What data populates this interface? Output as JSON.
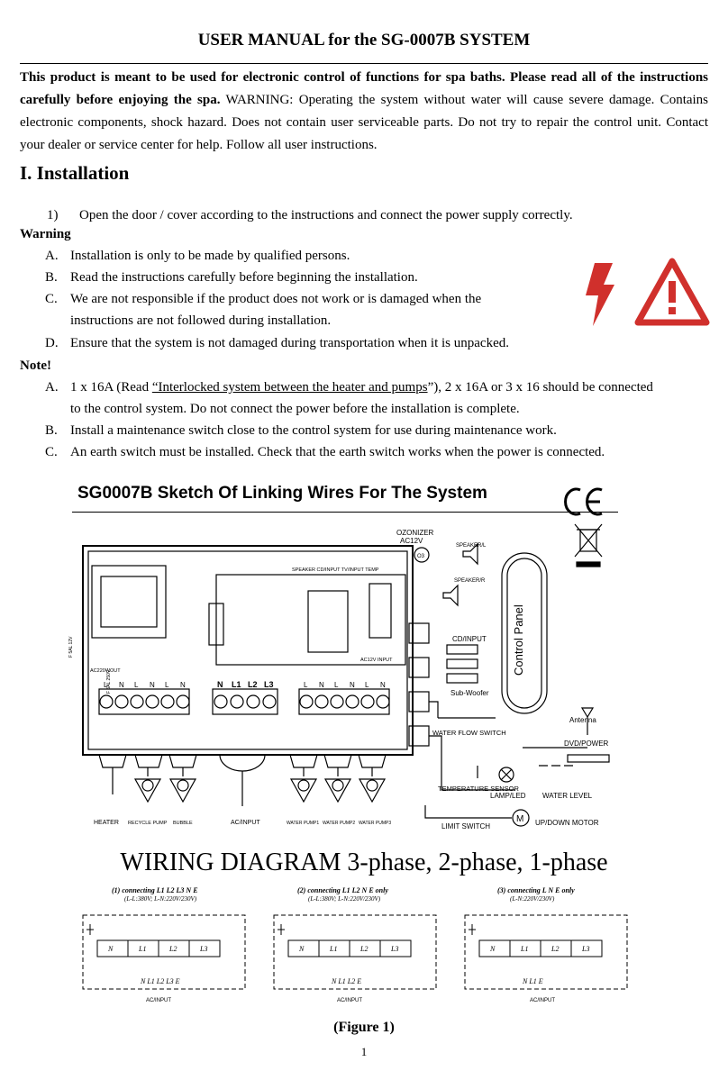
{
  "header": {
    "title": "USER MANUAL for the SG-0007B SYSTEM"
  },
  "intro": {
    "bold_text": "This product is meant to be used for electronic control of functions for spa baths. Please read all of the instructions carefully before enjoying the spa.",
    "warning_label": "WARNING:",
    "rest_text": "Operating the system without water will cause severe damage. Contains electronic components, shock hazard. Does not contain user serviceable parts. Do not try to repair the control unit. Contact your dealer or service center for help. Follow all user instructions."
  },
  "installation": {
    "heading": "I. Installation",
    "step1_num": "1)",
    "step1_text": "Open the door / cover according to the instructions and connect the power supply correctly.",
    "warning_heading": "Warning",
    "warning_items": [
      {
        "letter": "A.",
        "text": "Installation is only to be made by qualified persons."
      },
      {
        "letter": "B.",
        "text": "Read the instructions carefully before beginning the installation."
      },
      {
        "letter": "C.",
        "text": "We are not responsible if the product does not work or is damaged when the"
      },
      {
        "letter": "",
        "text": "instructions are not followed during installation."
      },
      {
        "letter": "D.",
        "text": "Ensure that the system is not damaged during transportation when it is unpacked."
      }
    ],
    "note_heading": "Note!",
    "note_a_letter": "A.",
    "note_a_pre": "1 x 16A (Read ",
    "note_a_link": "“Interlocked system between the heater and pumps",
    "note_a_post": "”), 2 x 16A or 3 x 16 should be connected",
    "note_a_line2": "to the control system. Do not connect the power before the installation is complete.",
    "note_items": [
      {
        "letter": "B.",
        "text": "Install a maintenance switch close to the control system for use during maintenance work."
      },
      {
        "letter": "C.",
        "text": "An earth switch must be installed. Check that the earth switch works when the power is connected."
      }
    ]
  },
  "sketch": {
    "title": "SG0007B Sketch Of Linking Wires For The System",
    "ce_mark": "CE",
    "ozonizer": "OZONIZER",
    "ozonizer_v": "AC12V",
    "o3": "O3",
    "speaker_l": "SPEAKER/L",
    "speaker_r": "SPEAKER/R",
    "board_top": "SPEAKER  CD/INPUT  TV/INPUT  TEMP",
    "cd_input": "CD/INPUT",
    "sub_woofer": "Sub-Woofer",
    "control_panel": "Control Panel",
    "antenna": "Antenna",
    "dvd_power": "DVD/POWER",
    "water_flow_switch": "WATER FLOW SWITCH",
    "temperature_sensor": "TEMPERATURE SENSOR",
    "lamp_led": "LAMP/LED",
    "water_level": "WATER LEVEL",
    "limit_switch": "LIMIT SWITCH",
    "motor_m": "M",
    "updown_motor": "UP/DOWN MOTOR",
    "terminals_left": [
      "L",
      "N",
      "L",
      "N",
      "L",
      "N"
    ],
    "terminals_mid": [
      "N",
      "L1",
      "L2",
      "L3"
    ],
    "terminals_right": [
      "L",
      "N",
      "L",
      "N",
      "L",
      "N"
    ],
    "fuse_left": "F 5AL 12V",
    "ac220wout": "AC220WOUT",
    "fuse_board": "F 5AL 250V",
    "ac12v_input": "AC12V INPUT",
    "heater": "HEATER",
    "recycle_pump": "RECYCLE PUMP",
    "bubble": "BUBBLE",
    "ac_input": "AC/INPUT",
    "water_pump1": "WATER PUMP1",
    "water_pump2": "WATER PUMP2",
    "water_pump3": "WATER PUMP3"
  },
  "wiring": {
    "title": "WIRING DIAGRAM 3-phase, 2-phase, 1-phase",
    "diagrams": [
      {
        "caption": "(1) connecting L1  L2  L3  N E",
        "sub": "(L-L:380V; L-N:220V/230V)",
        "cells": [
          "N",
          "L1",
          "L2",
          "L3"
        ],
        "bottom": "N  L1   L2  L3   E",
        "foot": "AC/INPUT"
      },
      {
        "caption": "(2) connecting L1  L2  N  E only",
        "sub": "(L-L:380V; L-N:220V/230V)",
        "cells": [
          "N",
          "L1",
          "L2",
          "L3"
        ],
        "bottom": "N  L1   L2       E",
        "foot": "AC/INPUT"
      },
      {
        "caption": "(3) connecting L  N  E  only",
        "sub": "(L-N:220V/230V)",
        "cells": [
          "N",
          "L1",
          "L2",
          "L3"
        ],
        "bottom": "N  L1             E",
        "foot": "AC/INPUT"
      }
    ]
  },
  "figure_caption": "(Figure 1)",
  "page_number": "1",
  "colors": {
    "warning_red": "#d0302c",
    "text": "#000000"
  }
}
